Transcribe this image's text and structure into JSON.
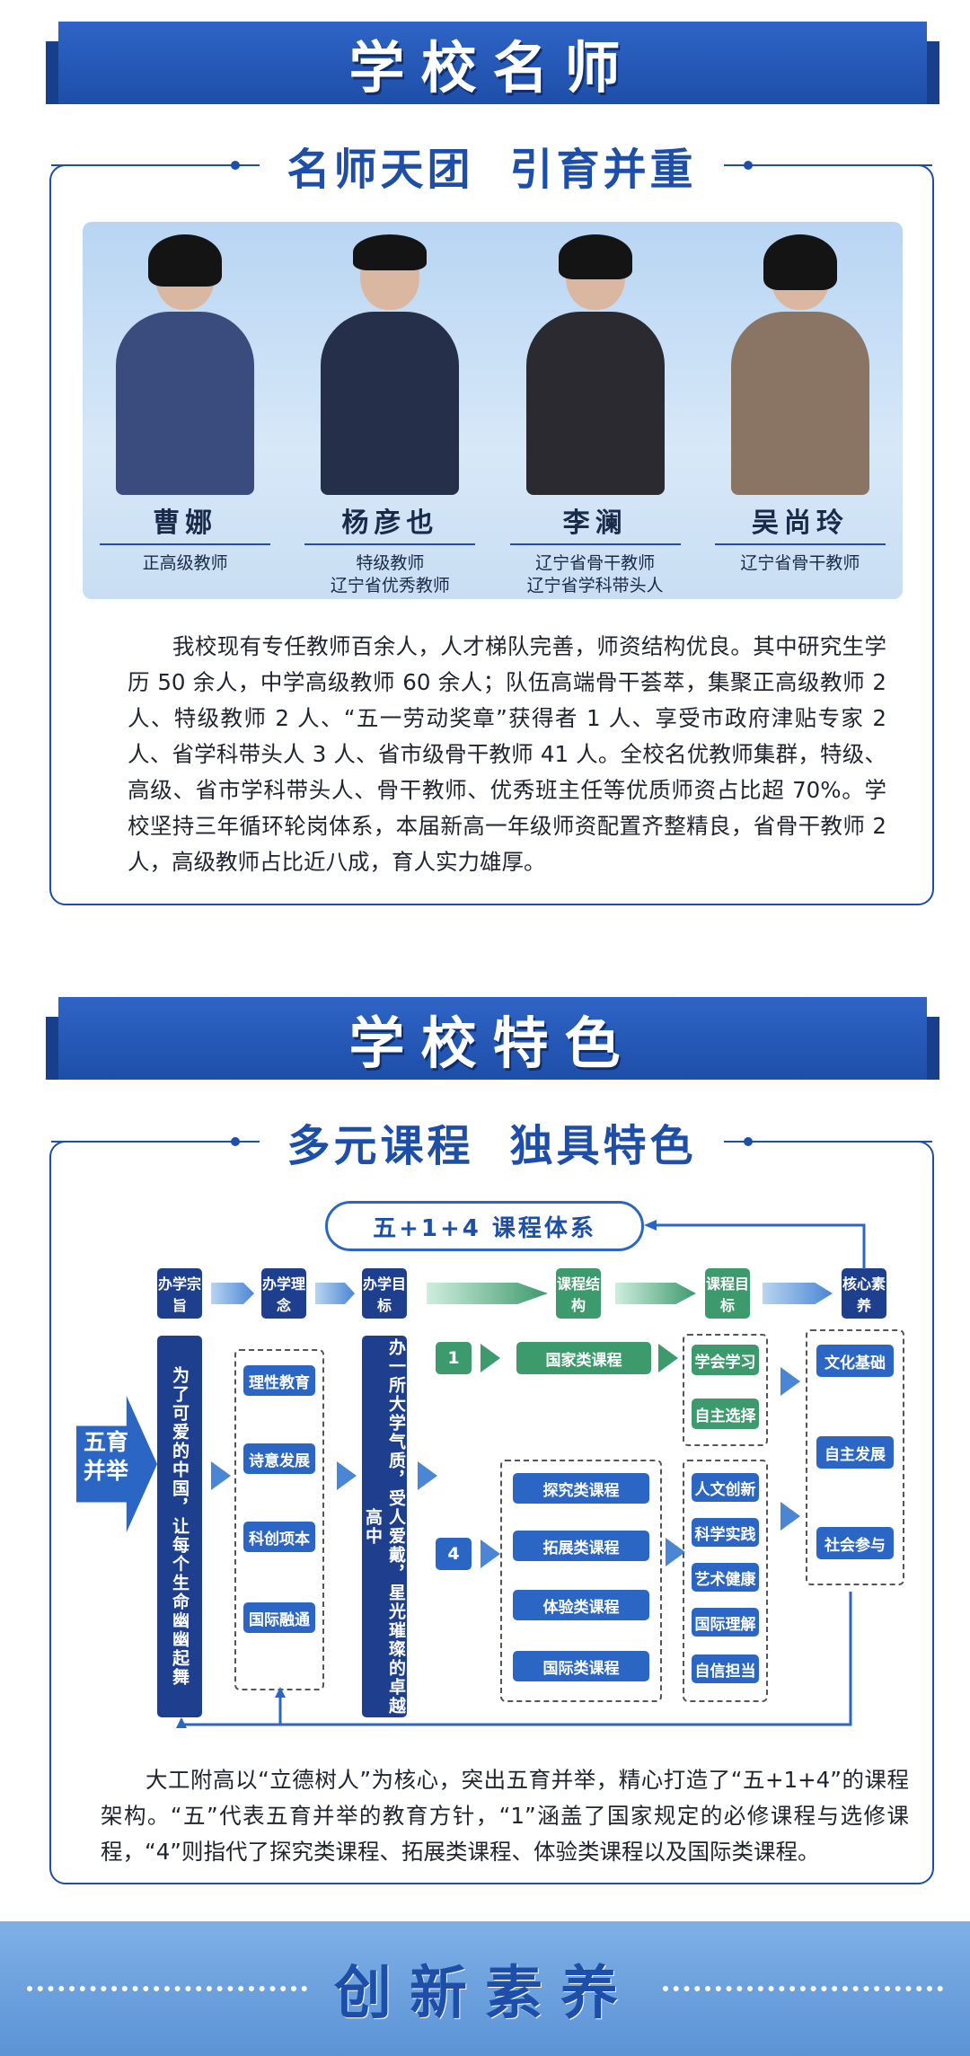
{
  "section1": {
    "banner": "学校名师",
    "subtitle_left": "名师天团",
    "subtitle_right": "引育并重",
    "teachers": [
      {
        "name": "曹娜",
        "roles": [
          "正高级教师"
        ],
        "coat": "#3a4c7e"
      },
      {
        "name": "杨彦也",
        "roles": [
          "特级教师",
          "辽宁省优秀教师"
        ],
        "coat": "#252f4a"
      },
      {
        "name": "李澜",
        "roles": [
          "辽宁省骨干教师",
          "辽宁省学科带头人"
        ],
        "coat": "#2a2a30"
      },
      {
        "name": "吴尚玲",
        "roles": [
          "辽宁省骨干教师"
        ],
        "coat": "#8a7565"
      }
    ],
    "paragraph": "我校现有专任教师百余人，人才梯队完善，师资结构优良。其中研究生学历 50 余人，中学高级教师 60 余人；队伍高端骨干荟萃，集聚正高级教师 2 人、特级教师 2 人、“五一劳动奖章”获得者 1 人、享受市政府津贴专家 2 人、省学科带头人 3 人、省市级骨干教师 41 人。全校名优教师集群，特级、高级、省市学科带头人、骨干教师、优秀班主任等优质师资占比超 70%。学校坚持三年循环轮岗体系，本届新高一年级师资配置齐整精良，省骨干教师 2 人，高级教师占比近八成，育人实力雄厚。"
  },
  "section2": {
    "banner": "学校特色",
    "subtitle_left": "多元课程",
    "subtitle_right": "独具特色",
    "diagram": {
      "title": "五+1+4 课程体系",
      "headers": [
        "办学宗旨",
        "办学理念",
        "办学目标",
        "课程结构",
        "课程目标",
        "核心素养"
      ],
      "left_label": "五育并举",
      "mission": "为了可爱的中国，让每个生命幽幽起舞",
      "ideas": [
        "理性教育",
        "诗意发展",
        "科创项本",
        "国际融通"
      ],
      "goal": "办一所大学气质，受人爱戴，星光璀璨的卓越高中",
      "num1": "1",
      "num4": "4",
      "national": "国家类课程",
      "courses4": [
        "探究类课程",
        "拓展类课程",
        "体验类课程",
        "国际类课程"
      ],
      "targets1": [
        "学会学习",
        "自主选择"
      ],
      "targets4": [
        "人文创新",
        "科学实践",
        "艺术健康",
        "国际理解",
        "自信担当"
      ],
      "competencies": [
        "文化基础",
        "自主发展",
        "社会参与"
      ]
    },
    "paragraph": "大工附高以“立德树人”为核心，突出五育并举，精心打造了“五+1+4”的课程架构。“五”代表五育并举的教育方针，“1”涵盖了国家规定的必修课程与选修课程，“4”则指代了探究类课程、拓展类课程、体验类课程以及国际类课程。"
  },
  "section3": {
    "banner": "创新素养"
  }
}
